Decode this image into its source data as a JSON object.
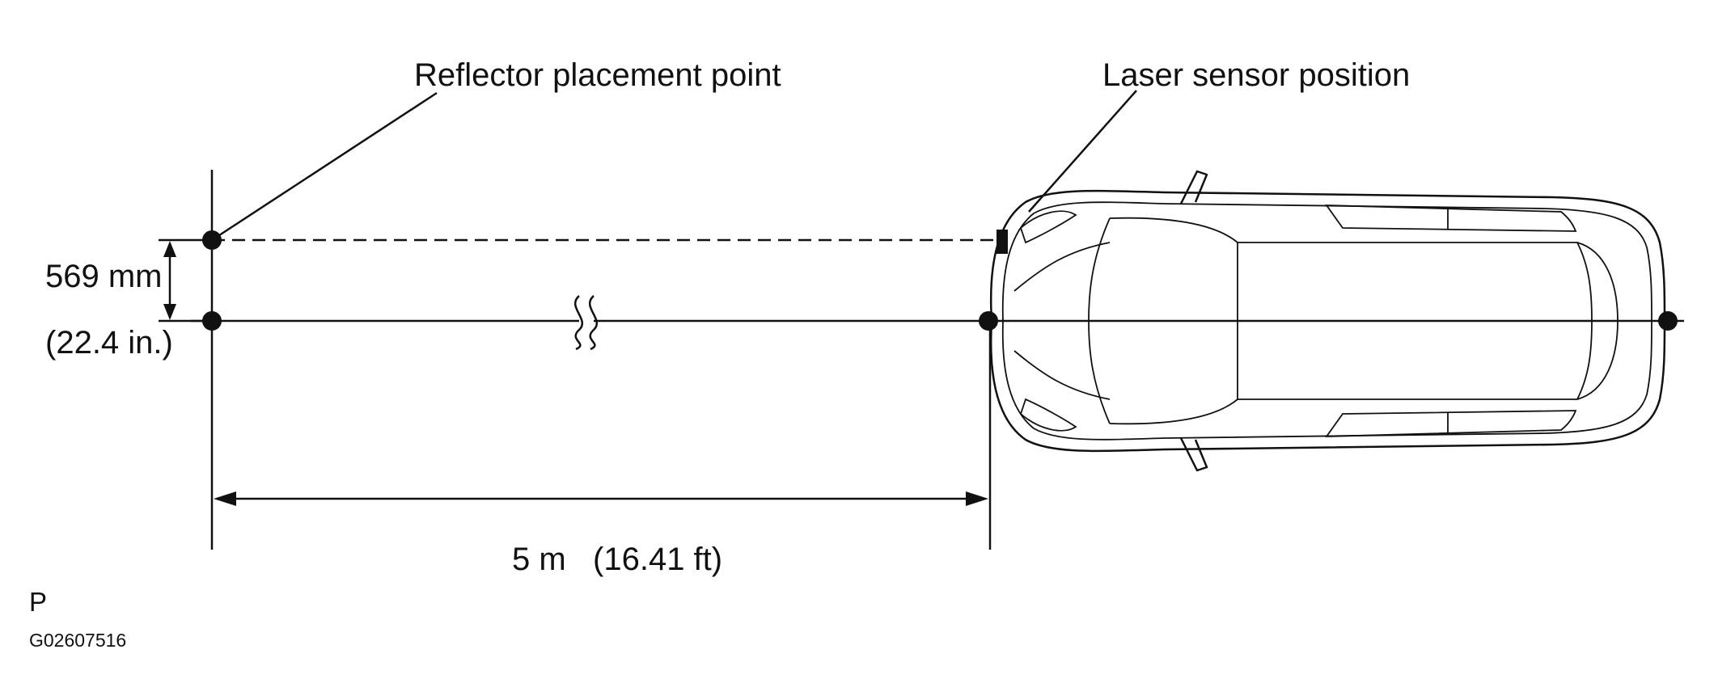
{
  "labels": {
    "reflector_point": "Reflector placement point",
    "laser_sensor": "Laser sensor position",
    "height_mm": "569 mm",
    "height_in": "(22.4 in.)",
    "distance": "5 m   (16.41 ft)",
    "page_marker": "P",
    "figure_code": "G02607516"
  },
  "colors": {
    "ink": "#111111",
    "background": "#ffffff"
  },
  "icons": {
    "point_marker": "filled-dot",
    "vehicle": "car-top-view",
    "break_mark": "double-wave-break"
  }
}
